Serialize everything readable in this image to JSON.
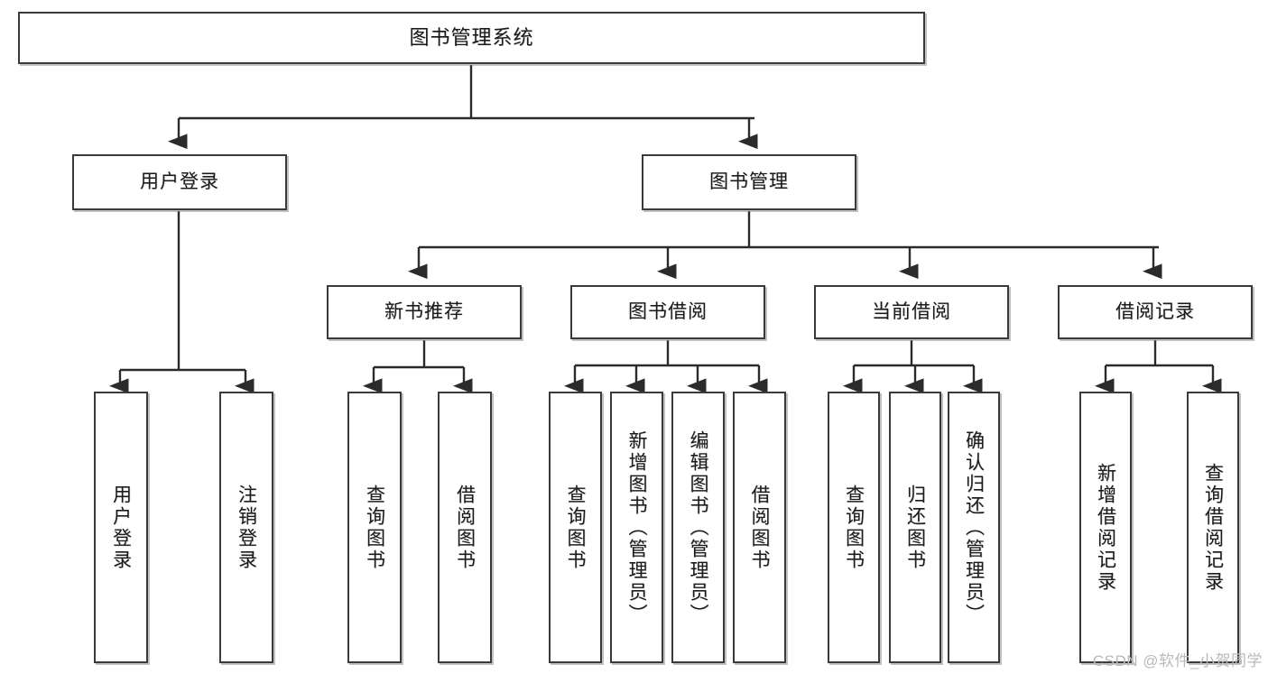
{
  "diagram": {
    "title": "图书管理系统",
    "type": "tree-hierarchy-diagram",
    "watermark": "CSDN @软件_小贺同学",
    "colors": {
      "box_border": "#3a3a3a",
      "box_fill": "#ffffff",
      "edge": "#2b2b2b",
      "text": "#1b1b1b",
      "watermark": "#b9b9b9"
    },
    "nodes": {
      "root": {
        "label": "图书管理系统"
      },
      "level2": [
        {
          "label": "用户登录"
        },
        {
          "label": "图书管理"
        }
      ],
      "level3": [
        {
          "label": "新书推荐"
        },
        {
          "label": "图书借阅"
        },
        {
          "label": "当前借阅"
        },
        {
          "label": "借阅记录"
        }
      ],
      "leaves": {
        "user_login": [
          {
            "label": "用户登录"
          },
          {
            "label": "注销登录"
          }
        ],
        "new_book_recommend": [
          {
            "label": "查询图书"
          },
          {
            "label": "借阅图书"
          }
        ],
        "book_borrow": [
          {
            "label": "查询图书"
          },
          {
            "label": "新增图书（管理员）"
          },
          {
            "label": "编辑图书（管理员）"
          },
          {
            "label": "借阅图书"
          }
        ],
        "current_borrow": [
          {
            "label": "查询图书"
          },
          {
            "label": "归还图书"
          },
          {
            "label": "确认归还（管理员）"
          }
        ],
        "borrow_record": [
          {
            "label": "新增借阅记录"
          },
          {
            "label": "查询借阅记录"
          }
        ]
      }
    }
  }
}
